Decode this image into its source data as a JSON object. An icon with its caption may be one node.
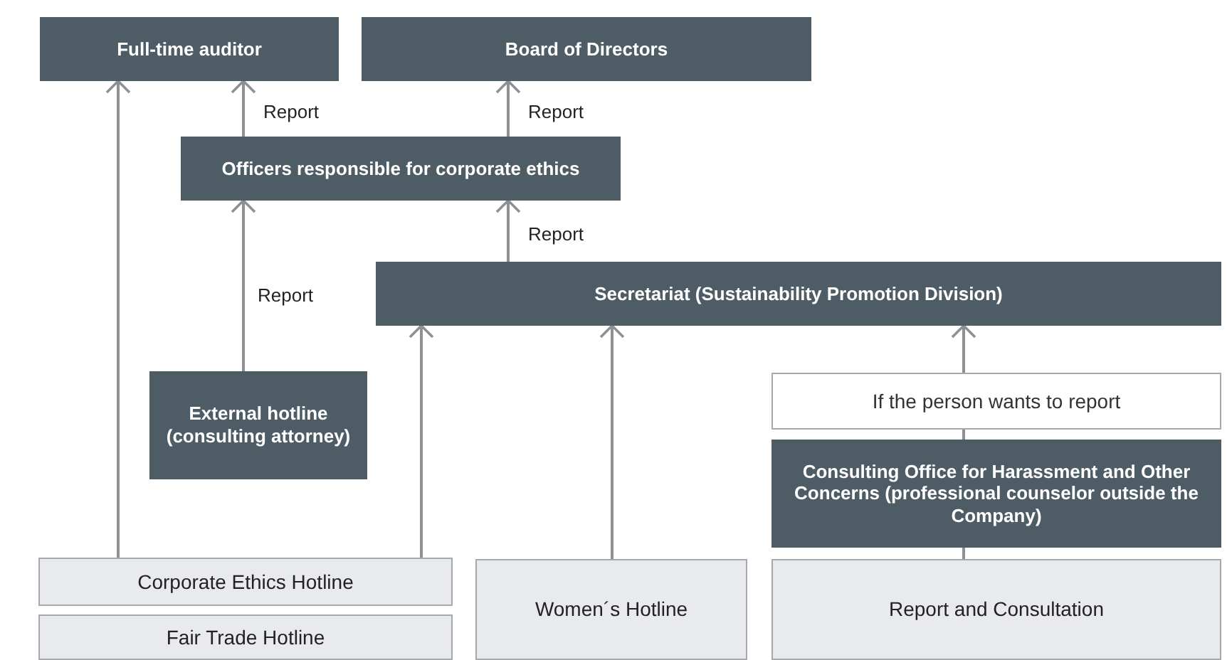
{
  "diagram": {
    "nodes": [
      {
        "text": [
          "Full-time auditor"
        ]
      },
      {
        "text": [
          "Board of Directors"
        ]
      },
      {
        "text": [
          "Officers responsible for corporate ethics"
        ]
      },
      {
        "text": [
          "Secretariat (Sustainability Promotion Division)"
        ]
      },
      {
        "text": [
          "External hotline (consulting attorney)"
        ]
      },
      {
        "text": [
          "If the person wants to report"
        ]
      },
      {
        "text": [
          "Consulting Office for Harassment and Other Concerns (professional counselor outside the Company)"
        ]
      },
      {
        "text": [
          "Corporate Ethics Hotline"
        ]
      },
      {
        "text": [
          "Fair Trade Hotline"
        ]
      },
      {
        "text": [
          "Women´s Hotline"
        ]
      },
      {
        "text": [
          "Report and Consultation"
        ]
      }
    ],
    "edges": [
      {
        "from": 7,
        "to": 0,
        "arrow": "to"
      },
      {
        "from": 2,
        "to": 0,
        "arrow": "to",
        "label": "Report"
      },
      {
        "from": 2,
        "to": 1,
        "arrow": "to",
        "label": "Report"
      },
      {
        "from": 3,
        "to": 2,
        "arrow": "to",
        "label": "Report"
      },
      {
        "from": 4,
        "to": 2,
        "arrow": "to",
        "label": "Report"
      },
      {
        "from": 7,
        "to": 3,
        "arrow": "to"
      },
      {
        "from": 9,
        "to": 3,
        "arrow": "to"
      },
      {
        "from": 5,
        "to": 3,
        "arrow": "to"
      },
      {
        "from": 6,
        "to": 5,
        "arrow": "none"
      },
      {
        "from": 10,
        "to": 6,
        "arrow": "none"
      }
    ]
  }
}
